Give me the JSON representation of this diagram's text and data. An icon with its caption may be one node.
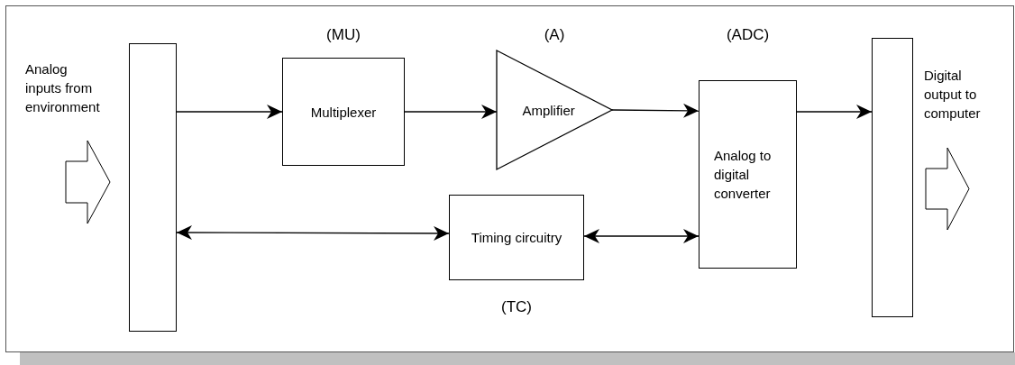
{
  "diagram": {
    "nodes": [
      {
        "text": [],
        "shape": "bar"
      },
      {
        "text": [
          "(MU)",
          "Multiplexer"
        ]
      },
      {
        "text": [
          "(A)",
          "Amplifier"
        ]
      },
      {
        "text": [
          "(ADC)",
          "Analog to digital converter"
        ]
      },
      {
        "text": [],
        "shape": "bar"
      },
      {
        "text": [
          "Timing circuitry",
          "(TC)"
        ]
      }
    ],
    "edges": [
      {
        "from": 0,
        "to": 1,
        "arrow": "to"
      },
      {
        "from": 1,
        "to": 2,
        "arrow": "to"
      },
      {
        "from": 2,
        "to": 3,
        "arrow": "to"
      },
      {
        "from": 3,
        "to": 4,
        "arrow": "to"
      },
      {
        "from": 0,
        "to": 5,
        "arrow": "both"
      },
      {
        "from": 5,
        "to": 3,
        "arrow": "both"
      }
    ],
    "labels": [
      "Analog inputs from environment",
      "Digital output to computer"
    ]
  }
}
